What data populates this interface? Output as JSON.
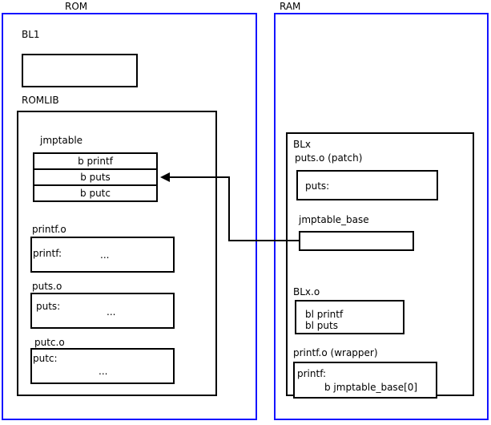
{
  "diagram": {
    "regions": [
      {
        "name": "rom",
        "title": "ROM"
      },
      {
        "name": "ram",
        "title": "RAM"
      }
    ],
    "rom": {
      "bl1_label": "BL1",
      "romlib_label": "ROMLIB",
      "jmptable_label": "jmptable",
      "jmptable_rows": [
        "b printf",
        "b puts",
        "b putc"
      ],
      "objects": [
        {
          "label": "printf.o",
          "symbol": "printf:",
          "body": "..."
        },
        {
          "label": "puts.o",
          "symbol": "puts:",
          "body": "..."
        },
        {
          "label": "putc.o",
          "symbol": "putc:",
          "body": "..."
        }
      ]
    },
    "ram": {
      "blx_label": "BLx",
      "patch_label": "puts.o (patch)",
      "patch_symbol": "puts:",
      "jmptable_base_label": "jmptable_base",
      "blxo_label": "BLx.o",
      "blxo_line1": "bl printf",
      "blxo_line2": "bl puts",
      "wrapper_label": "printf.o (wrapper)",
      "wrapper_symbol": "printf:",
      "wrapper_branch": "b jmptable_base[0]"
    },
    "connector": {
      "name": "jmptable-base-to-b-puts-arrow",
      "from": "jmptable_base",
      "to": "b puts"
    },
    "colors": {
      "region_border": "#1414ff",
      "box_border": "#000000",
      "background": "#ffffff",
      "text": "#000000"
    }
  }
}
